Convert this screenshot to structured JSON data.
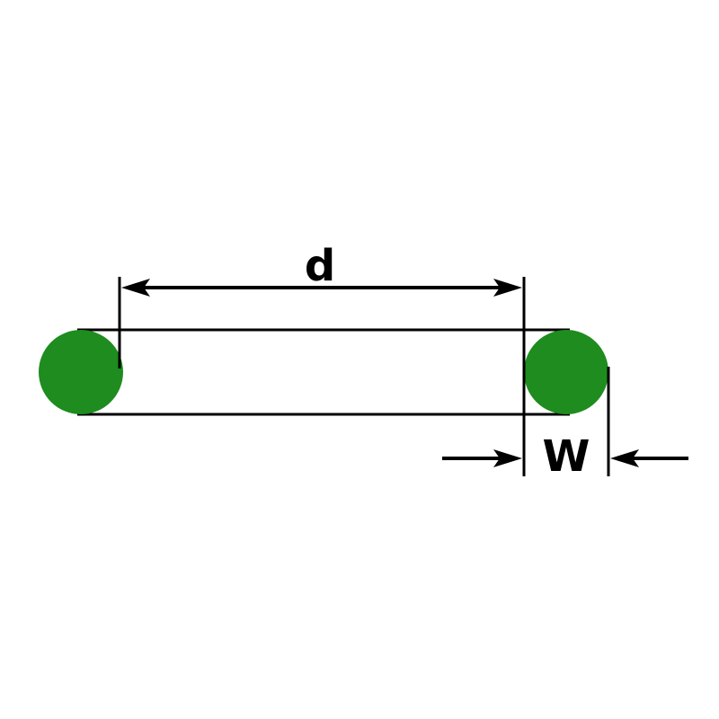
{
  "diagram": {
    "type": "o-ring-dimension-drawing",
    "labels": {
      "inner_diameter": "d",
      "cross_section_width": "W"
    },
    "colors": {
      "ring": "#1e8c1e",
      "line": "#000000",
      "background": "#ffffff"
    }
  }
}
